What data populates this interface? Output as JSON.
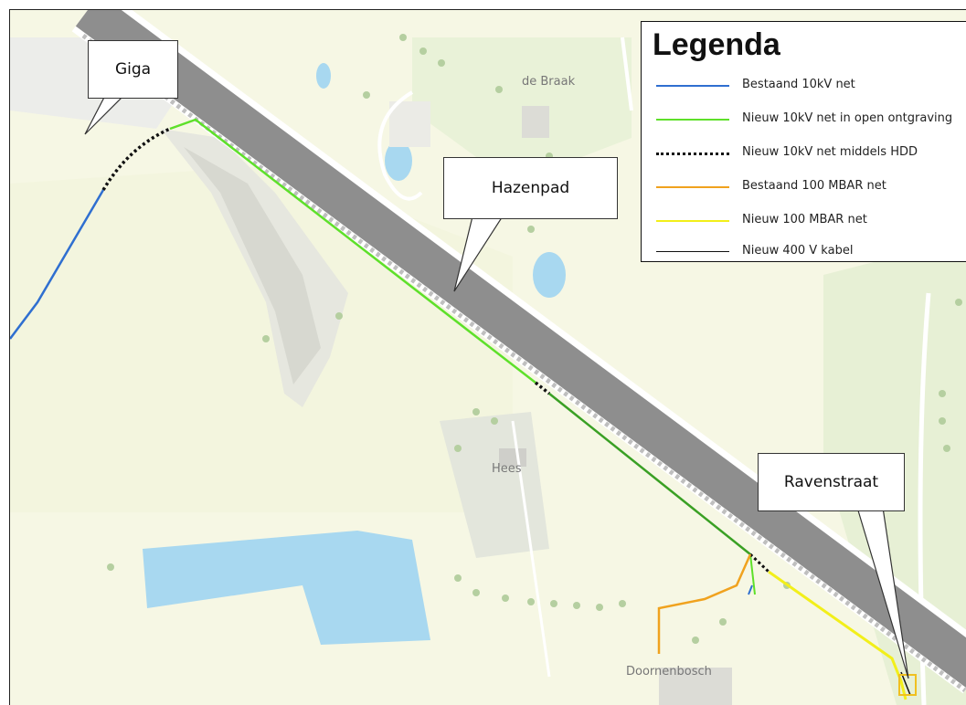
{
  "map": {
    "place_labels": [
      {
        "id": "de-braak",
        "text": "de Braak"
      },
      {
        "id": "hees",
        "text": "Hees"
      },
      {
        "id": "doornenbosch",
        "text": "Doornenbosch"
      }
    ]
  },
  "legend": {
    "title": "Legenda",
    "items": [
      {
        "label": "Bestaand 10kV net",
        "color": "#2f6fd0",
        "style": "solid"
      },
      {
        "label": "Nieuw 10kV net in open ontgraving",
        "color": "#5ee02a",
        "style": "solid"
      },
      {
        "label": "Nieuw 10kV net middels HDD",
        "color": "#111111",
        "style": "dotted"
      },
      {
        "label": "Bestaand 100 MBAR net",
        "color": "#f0a21e",
        "style": "solid"
      },
      {
        "label": "Nieuw 100 MBAR net",
        "color": "#f2ef1a",
        "style": "solid"
      },
      {
        "label": "Nieuw 400 V kabel",
        "color": "#111111",
        "style": "solid"
      }
    ]
  },
  "callouts": {
    "giga": "Giga",
    "hazenpad": "Hazenpad",
    "ravenstraat": "Ravenstraat"
  }
}
